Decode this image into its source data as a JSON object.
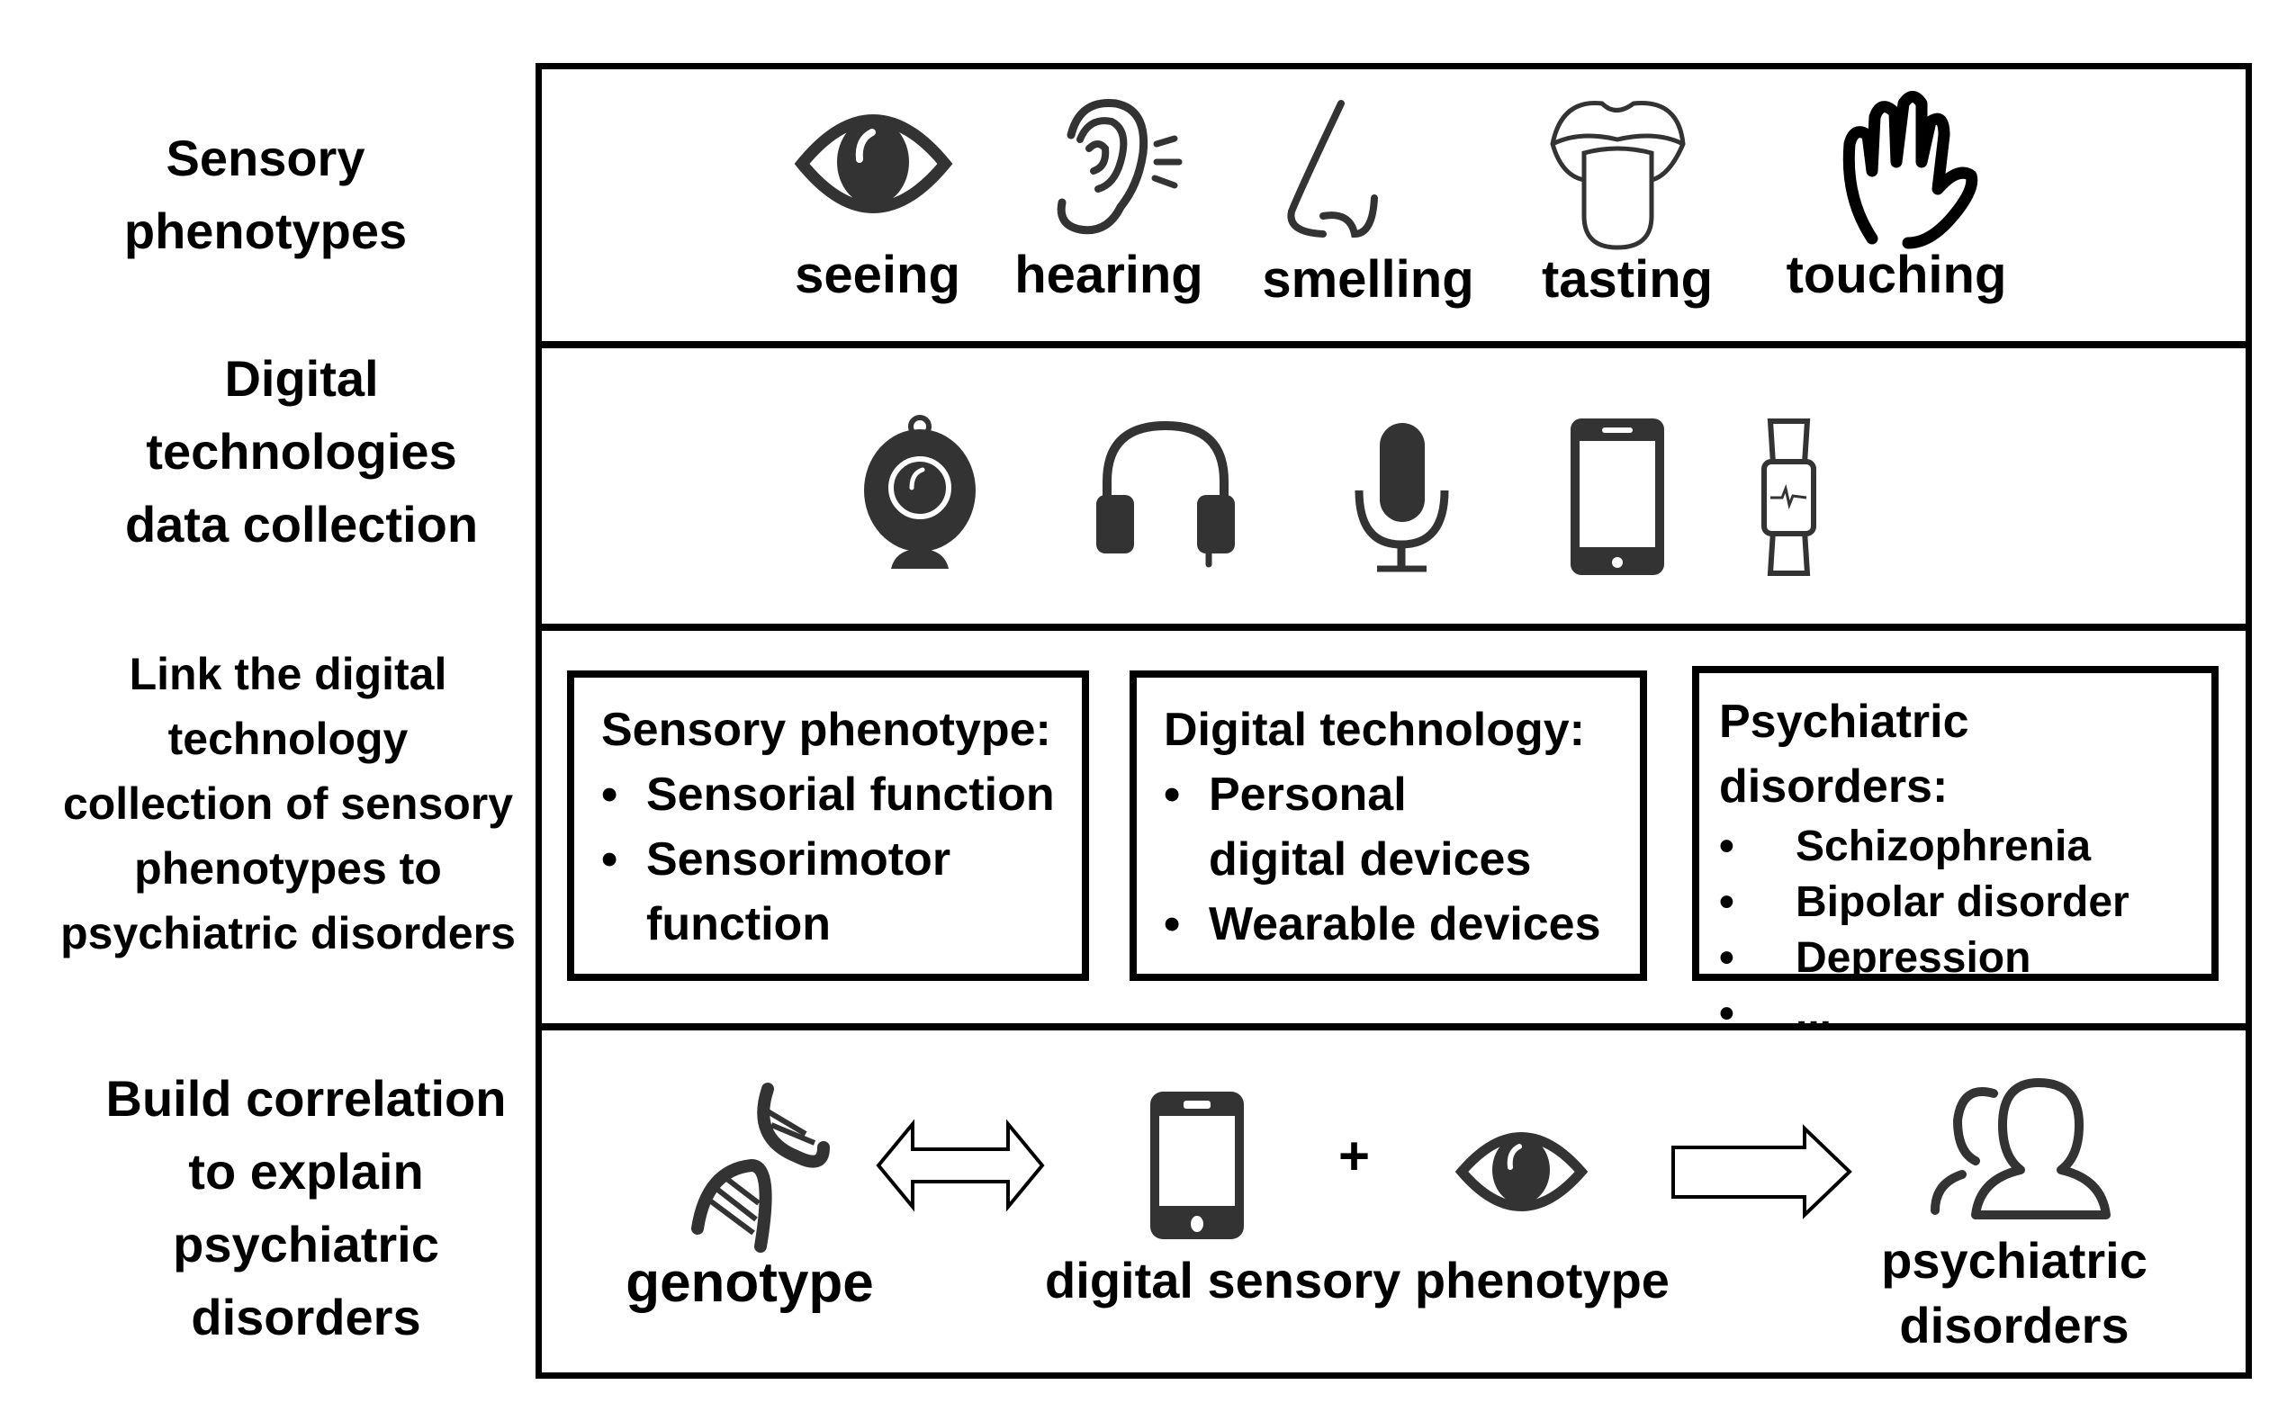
{
  "row_labels": {
    "sensory": [
      "Sensory",
      "phenotypes"
    ],
    "digital": [
      "Digital",
      "technologies",
      "data collection"
    ],
    "link": [
      "Link the digital",
      "technology",
      "collection of sensory",
      "phenotypes to",
      "psychiatric disorders"
    ],
    "build": [
      "Build correlation",
      "to explain",
      "psychiatric",
      "disorders"
    ]
  },
  "senses": [
    {
      "icon": "eye-icon",
      "label": "seeing"
    },
    {
      "icon": "ear-icon",
      "label": "hearing"
    },
    {
      "icon": "nose-icon",
      "label": "smelling"
    },
    {
      "icon": "tongue-icon",
      "label": "tasting"
    },
    {
      "icon": "hand-icon",
      "label": "touching"
    }
  ],
  "devices": [
    "webcam-icon",
    "headphones-icon",
    "microphone-icon",
    "smartphone-icon",
    "smartwatch-icon"
  ],
  "boxes": {
    "sensory": {
      "title": "Sensory phenotype:",
      "items": [
        "Sensorial function",
        "Sensorimotor function"
      ]
    },
    "digital": {
      "title": "Digital technology:",
      "items": [
        "Personal digital devices",
        "Wearable devices"
      ]
    },
    "psychiatric": {
      "title": "Psychiatric disorders:",
      "items": [
        "Schizophrenia",
        "Bipolar disorder",
        "Depression",
        "..."
      ]
    }
  },
  "correlation": {
    "genotype": "genotype",
    "plus": "+",
    "digital_sensory_phenotype": "digital sensory phenotype",
    "psychiatric": [
      "psychiatric",
      "disorders"
    ]
  },
  "colors": {
    "icon": "#333333",
    "line": "#000000"
  }
}
